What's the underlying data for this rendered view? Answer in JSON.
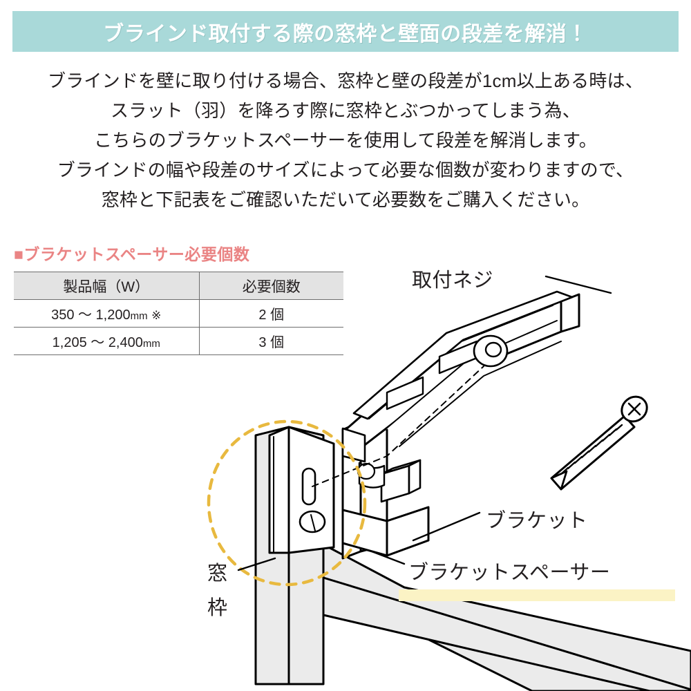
{
  "banner": {
    "title": "ブラインド取付する際の窓枠と壁面の段差を解消！",
    "bg_color": "#a9d9d9",
    "text_color": "#ffffff"
  },
  "intro": {
    "lines": [
      "ブラインドを壁に取り付ける場合、窓枠と壁の段差が1cm以上ある時は、",
      "スラット（羽）を降ろす際に窓枠とぶつかってしまう為、",
      "こちらのブラケットスペーサーを使用して段差を解消します。",
      "ブラインドの幅や段差のサイズによって必要な個数が変わりますので、",
      "窓枠と下記表をご確認いただいて必要数をご購入ください。"
    ]
  },
  "table_section": {
    "heading_marker": "■",
    "heading": "ブラケットスペーサー必要個数",
    "heading_color": "#ea8484",
    "columns": [
      "製品幅（W）",
      "必要個数"
    ],
    "rows": [
      {
        "width_range": "350 ～ 1,200",
        "unit": "mm",
        "note": "※",
        "count": "2 個"
      },
      {
        "width_range": "1,205 ～ 2,400",
        "unit": "mm",
        "note": "",
        "count": "3 個"
      }
    ]
  },
  "diagram": {
    "labels": {
      "screw": "取付ネジ",
      "bracket": "ブラケット",
      "spacer": "ブラケットスペーサー",
      "window_frame": "窓\n枠"
    },
    "colors": {
      "highlight_bar": "#fbf3c5",
      "dashed_circle": "#e8b93f",
      "frame_fill": "#ebebeb",
      "line": "#000000"
    }
  }
}
